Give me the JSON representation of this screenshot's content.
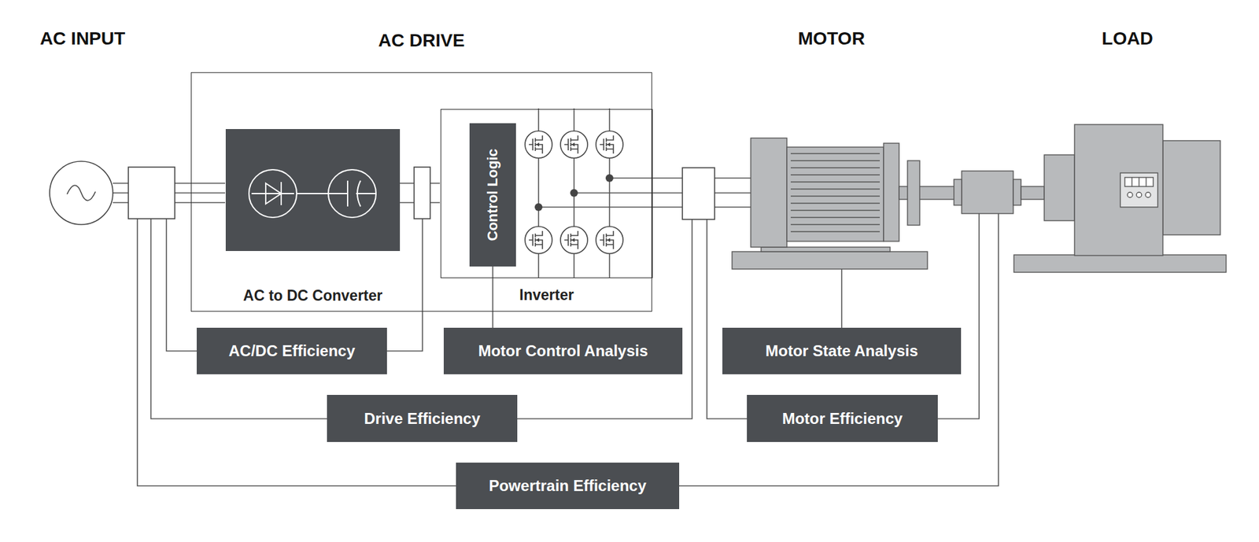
{
  "diagram": {
    "nodes": [
      {
        "text": [
          "AC DRIVE"
        ]
      },
      {
        "text": [
          "AC to DC Converter"
        ],
        "in": 0
      },
      {
        "text": [
          "Inverter"
        ],
        "in": 0
      },
      {
        "text": [
          "Control Logic"
        ],
        "in": 2
      },
      {
        "text": [
          "AC/DC Efficiency"
        ]
      },
      {
        "text": [
          "Motor Control Analysis"
        ]
      },
      {
        "text": [
          "Motor State Analysis"
        ]
      },
      {
        "text": [
          "Drive Efficiency"
        ]
      },
      {
        "text": [
          "Motor Efficiency"
        ]
      },
      {
        "text": [
          "Powertrain Efficiency"
        ]
      }
    ],
    "edges": [
      {
        "from": 3,
        "to": 5,
        "arrow": "none"
      }
    ],
    "labels": [
      "AC INPUT",
      "MOTOR",
      "LOAD"
    ]
  }
}
